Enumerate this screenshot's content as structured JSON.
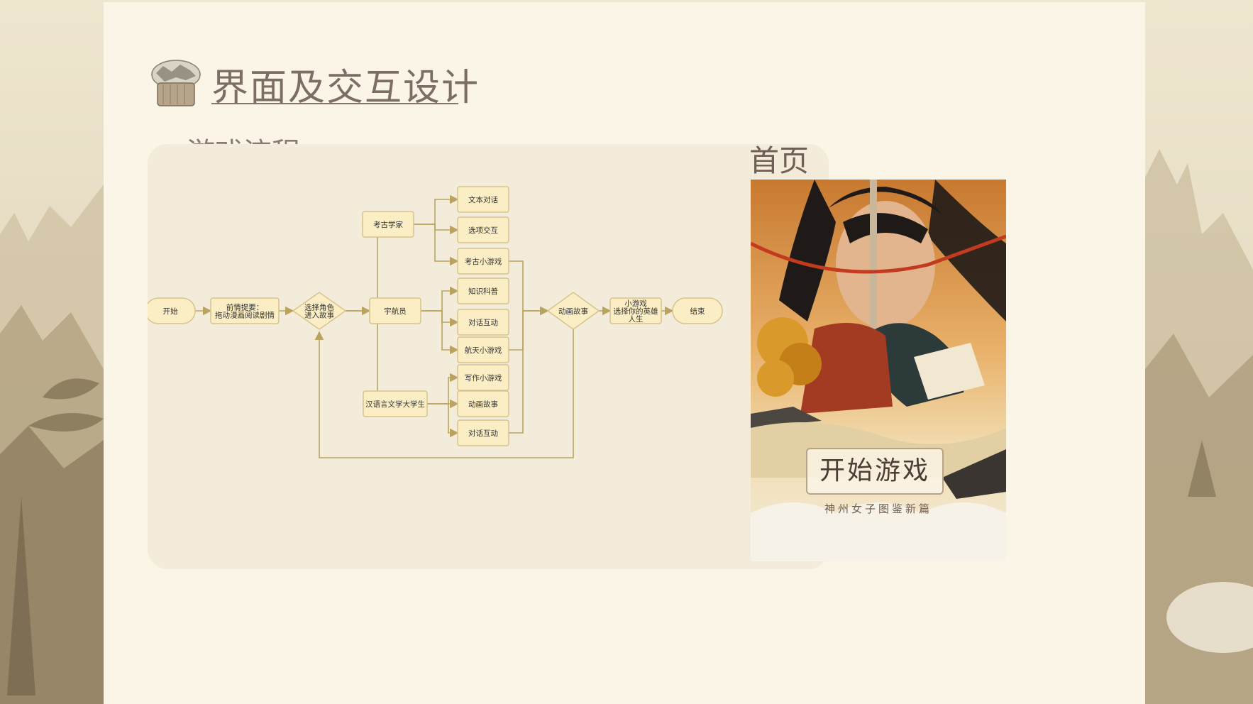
{
  "slide": {
    "title": "界面及交互设计",
    "flow_section_label": "游戏流程",
    "home_section_label": "首页"
  },
  "home_cover": {
    "start_button_label": "开始游戏",
    "subtitle": "神州女子图鉴新篇"
  },
  "flowchart": {
    "nodes": [
      {
        "id": "start",
        "lines": [
          "开始"
        ],
        "shape": "terminal"
      },
      {
        "id": "prologue",
        "lines": [
          "前情提要：",
          "拖动漫画阅读剧情"
        ],
        "shape": "process"
      },
      {
        "id": "choose",
        "lines": [
          "选择角色",
          "进入故事"
        ],
        "shape": "decision"
      },
      {
        "id": "archaeologist",
        "lines": [
          "考古学家"
        ],
        "shape": "process"
      },
      {
        "id": "astronaut",
        "lines": [
          "宇航员"
        ],
        "shape": "process"
      },
      {
        "id": "student",
        "lines": [
          "汉语言文学大学生"
        ],
        "shape": "process"
      },
      {
        "id": "text-dialog",
        "lines": [
          "文本对话"
        ],
        "shape": "process"
      },
      {
        "id": "option-interact",
        "lines": [
          "选项交互"
        ],
        "shape": "process"
      },
      {
        "id": "arch-minigame",
        "lines": [
          "考古小游戏"
        ],
        "shape": "process"
      },
      {
        "id": "science",
        "lines": [
          "知识科普"
        ],
        "shape": "process"
      },
      {
        "id": "dialog-interact-1",
        "lines": [
          "对话互动"
        ],
        "shape": "process"
      },
      {
        "id": "space-minigame",
        "lines": [
          "航天小游戏"
        ],
        "shape": "process"
      },
      {
        "id": "writing-minigame",
        "lines": [
          "写作小游戏"
        ],
        "shape": "process"
      },
      {
        "id": "animation-story-1",
        "lines": [
          "动画故事"
        ],
        "shape": "process"
      },
      {
        "id": "dialog-interact-2",
        "lines": [
          "对话互动"
        ],
        "shape": "process"
      },
      {
        "id": "animation-story",
        "lines": [
          "动画故事"
        ],
        "shape": "decision"
      },
      {
        "id": "hero-minigame",
        "lines": [
          "小游戏",
          "选择你的英雄",
          "人生"
        ],
        "shape": "process"
      },
      {
        "id": "end",
        "lines": [
          "结束"
        ],
        "shape": "terminal"
      }
    ],
    "edges": [
      [
        "start",
        "prologue"
      ],
      [
        "prologue",
        "choose"
      ],
      [
        "choose",
        "archaeologist"
      ],
      [
        "choose",
        "astronaut"
      ],
      [
        "choose",
        "student"
      ],
      [
        "archaeologist",
        "text-dialog"
      ],
      [
        "archaeologist",
        "option-interact"
      ],
      [
        "archaeologist",
        "arch-minigame"
      ],
      [
        "astronaut",
        "science"
      ],
      [
        "astronaut",
        "dialog-interact-1"
      ],
      [
        "astronaut",
        "space-minigame"
      ],
      [
        "student",
        "writing-minigame"
      ],
      [
        "student",
        "animation-story-1"
      ],
      [
        "student",
        "dialog-interact-2"
      ],
      [
        "arch-minigame",
        "animation-story"
      ],
      [
        "space-minigame",
        "animation-story"
      ],
      [
        "dialog-interact-2",
        "animation-story"
      ],
      [
        "animation-story",
        "hero-minigame"
      ],
      [
        "animation-story",
        "choose"
      ],
      [
        "hero-minigame",
        "end"
      ]
    ]
  },
  "colors": {
    "node_fill": "#fbeec4",
    "node_stroke": "#d7c38c",
    "edge": "#b9a35f",
    "title_text": "#7d6e64"
  },
  "icons": {
    "title_emblem": "jade-seal-emblem-icon"
  }
}
